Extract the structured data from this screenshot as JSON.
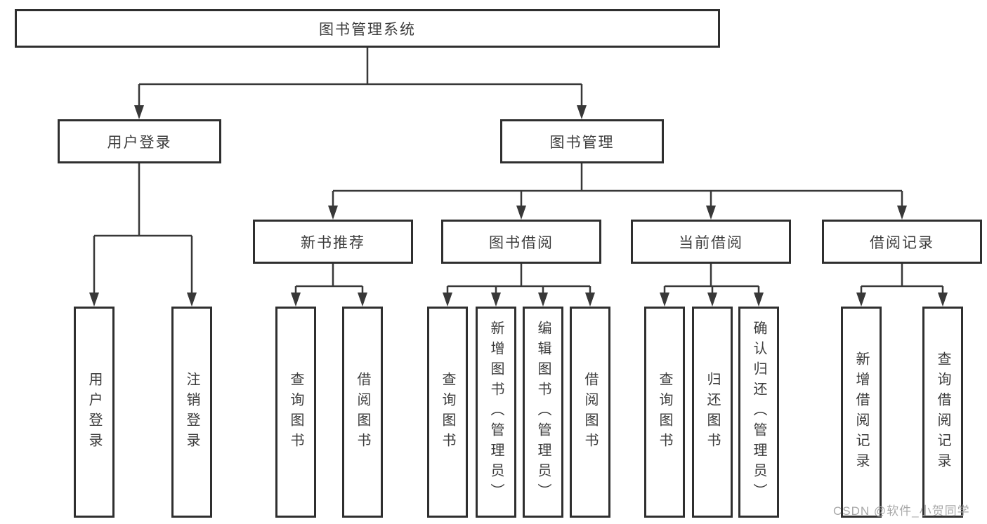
{
  "diagram": {
    "root": {
      "label": "图书管理系统"
    },
    "level2": [
      {
        "label": "用户登录"
      },
      {
        "label": "图书管理"
      }
    ],
    "level3": [
      {
        "label": "新书推荐",
        "parent": "图书管理"
      },
      {
        "label": "图书借阅",
        "parent": "图书管理"
      },
      {
        "label": "当前借阅",
        "parent": "图书管理"
      },
      {
        "label": "借阅记录",
        "parent": "图书管理"
      }
    ],
    "leaves": [
      {
        "label": "用户登录",
        "parent": "用户登录"
      },
      {
        "label": "注销登录",
        "parent": "用户登录"
      },
      {
        "label": "查询图书",
        "parent": "新书推荐"
      },
      {
        "label": "借阅图书",
        "parent": "新书推荐"
      },
      {
        "label": "查询图书",
        "parent": "图书借阅"
      },
      {
        "label": "新增图书（管理员）",
        "parent": "图书借阅"
      },
      {
        "label": "编辑图书（管理员）",
        "parent": "图书借阅"
      },
      {
        "label": "借阅图书",
        "parent": "图书借阅"
      },
      {
        "label": "查询图书",
        "parent": "当前借阅"
      },
      {
        "label": "归还图书",
        "parent": "当前借阅"
      },
      {
        "label": "确认归还（管理员）",
        "parent": "当前借阅"
      },
      {
        "label": "新增借阅记录",
        "parent": "借阅记录"
      },
      {
        "label": "查询借阅记录",
        "parent": "借阅记录"
      }
    ],
    "watermark": "CSDN @软件_小贺同学",
    "colors": {
      "line": "#383838",
      "border": "#2f2f2f",
      "text": "#3c3c3c",
      "watermark": "#a9a9a9",
      "background": "#ffffff"
    }
  }
}
